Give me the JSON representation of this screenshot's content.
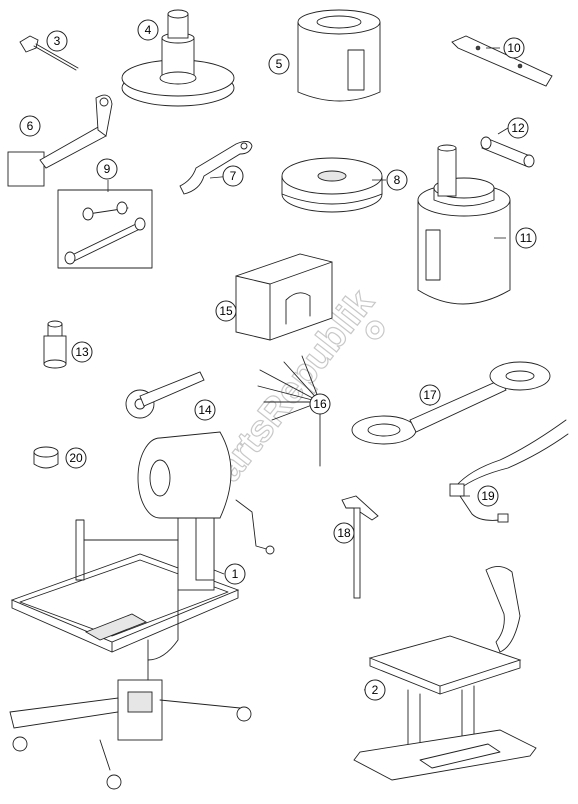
{
  "watermark": {
    "text": "PartsRepublik"
  },
  "callouts": [
    {
      "id": 3,
      "label": "3"
    },
    {
      "id": 4,
      "label": "4"
    },
    {
      "id": 5,
      "label": "5"
    },
    {
      "id": 10,
      "label": "10"
    },
    {
      "id": 6,
      "label": "6"
    },
    {
      "id": 9,
      "label": "9"
    },
    {
      "id": 7,
      "label": "7"
    },
    {
      "id": 8,
      "label": "8"
    },
    {
      "id": 12,
      "label": "12"
    },
    {
      "id": 11,
      "label": "11"
    },
    {
      "id": 15,
      "label": "15"
    },
    {
      "id": 13,
      "label": "13"
    },
    {
      "id": 14,
      "label": "14"
    },
    {
      "id": 16,
      "label": "16"
    },
    {
      "id": 17,
      "label": "17"
    },
    {
      "id": 20,
      "label": "20"
    },
    {
      "id": 19,
      "label": "19"
    },
    {
      "id": 18,
      "label": "18"
    },
    {
      "id": 1,
      "label": "1"
    },
    {
      "id": 2,
      "label": "2"
    }
  ]
}
